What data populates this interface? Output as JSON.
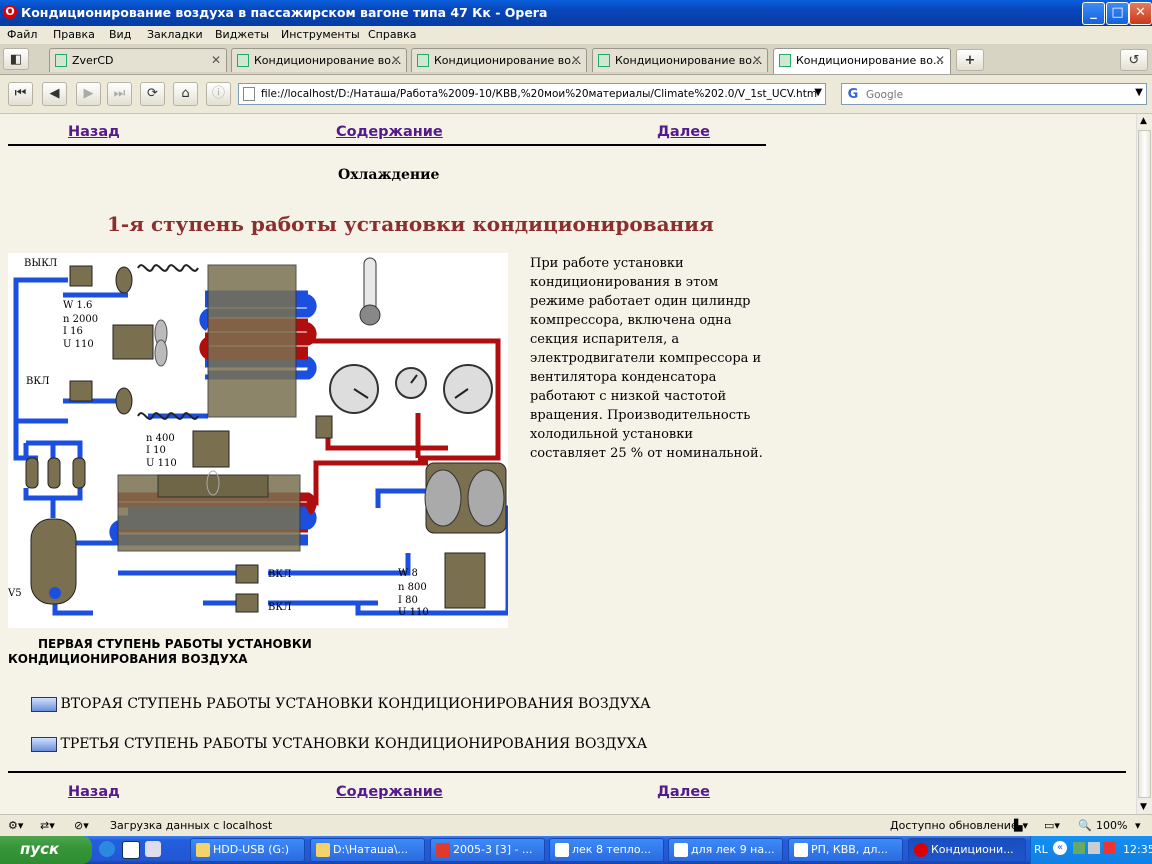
{
  "window": {
    "title": "Кондиционирование воздуха в пассажирском вагоне типа 47 Кк - Opera",
    "logo": "O"
  },
  "menu": [
    "Файл",
    "Правка",
    "Вид",
    "Закладки",
    "Виджеты",
    "Инструменты",
    "Справка"
  ],
  "tabs": [
    {
      "label": "ZverCD"
    },
    {
      "label": "Кондиционирование во..."
    },
    {
      "label": "Кондиционирование во..."
    },
    {
      "label": "Кондиционирование во..."
    },
    {
      "label": "Кондиционирование во..."
    }
  ],
  "address": {
    "url": "file://localhost/D:/Наташа/Работа%2009-10/КВВ,%20мои%20материалы/Climate%202.0/V_1st_UCV.htm"
  },
  "search": {
    "placeholder": "Google"
  },
  "page": {
    "nav_top": {
      "back": "Назад",
      "contents": "Содержание",
      "next": "Далее"
    },
    "subtitle": "Охлаждение",
    "heading": "1-я ступень работы установки кондиционирования",
    "paragraph": "При работе установки кондиционирования в этом режиме работает один цилиндр компрессора, включена одна секция испарителя, а электродвигатели компрессора и вентилятора конденсатора работают с низкой частотой вращения. Производительность холодильной установки составляет 25 % от номинальной.",
    "caption": "ПЕРВАЯ СТУПЕНЬ РАБОТЫ УСТАНОВКИ КОНДИЦИОНИРОВАНИЯ ВОЗДУХА",
    "links": [
      "ВТОРАЯ СТУПЕНЬ РАБОТЫ УСТАНОВКИ КОНДИЦИОНИРОВАНИЯ ВОЗДУХА",
      "ТРЕТЬЯ СТУПЕНЬ РАБОТЫ УСТАНОВКИ КОНДИЦИОНИРОВАНИЯ ВОЗДУХА"
    ],
    "nav_bottom": {
      "back": "Назад",
      "contents": "Содержание",
      "next": "Далее"
    }
  },
  "diagram": {
    "label_off": "ВЫКЛ",
    "label_on1": "ВКЛ",
    "label_on2": "ВКЛ",
    "label_on3": "ВКЛ",
    "motor1": [
      "W 1.6",
      "n  2000",
      "I    16",
      "U  110"
    ],
    "motor2": [
      "n  400",
      "I    10",
      "U 110"
    ],
    "motor3": [
      "W 8",
      "n  800",
      "I   80",
      "U 110"
    ],
    "v5": "V5"
  },
  "status": {
    "text": "Загрузка данных с localhost",
    "update": "Доступно обновление",
    "zoom": "100%"
  },
  "taskbar": {
    "start": "пуск",
    "items": [
      "HDD-USB (G:)",
      "D:\\Наташа\\...",
      "2005-3 [3] - ...",
      "лек 8 тепло...",
      "для лек 9 на...",
      "РП, КВВ, дл...",
      "Кондициони..."
    ],
    "lang": "RL",
    "time": "12:35"
  },
  "colors": {
    "pipe_blue": "#1A4FE0",
    "pipe_red": "#B00E0E",
    "link": "#551A8B",
    "heading": "#8B2E2E"
  }
}
